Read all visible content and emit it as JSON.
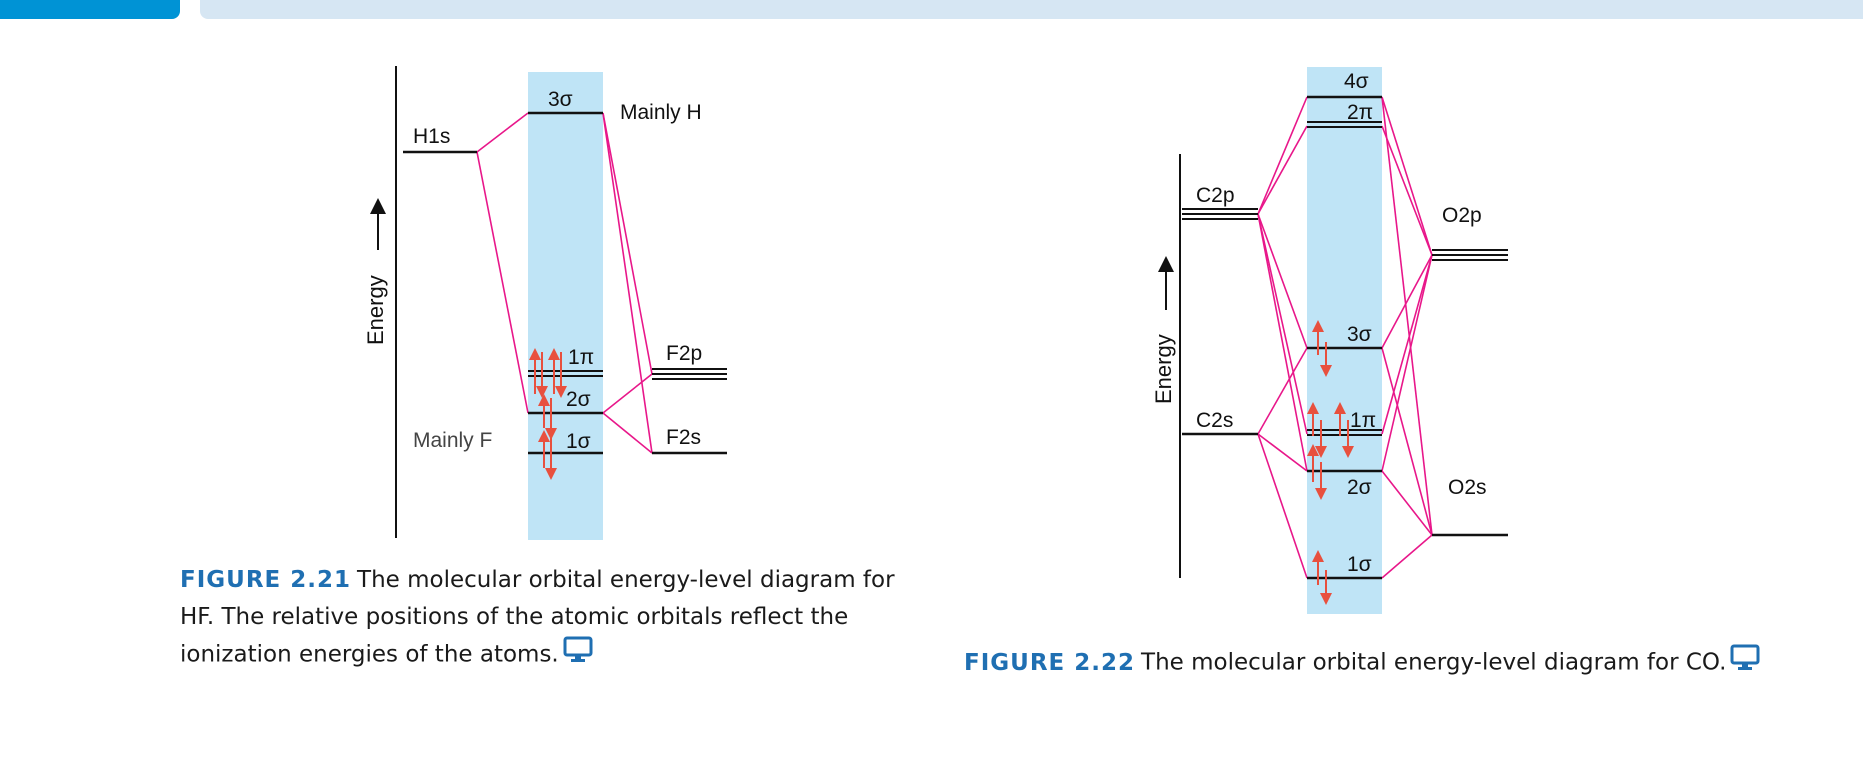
{
  "figure_hf": {
    "axis_label": "Energy",
    "left_atomic": [
      "H1s"
    ],
    "right_atomic": [
      "F2p",
      "F2s"
    ],
    "molecular": [
      "3σ",
      "1π",
      "2σ",
      "1σ"
    ],
    "annotations": [
      "Mainly H",
      "Mainly F"
    ],
    "caption_number": "FIGURE 2.21",
    "caption_text": "The molecular orbital energy-level diagram for HF. The relative positions of the atomic orbitals reflect the ionization energies of the atoms."
  },
  "figure_co": {
    "axis_label": "Energy",
    "left_atomic": [
      "C2p",
      "C2s"
    ],
    "right_atomic": [
      "O2p",
      "O2s"
    ],
    "molecular": [
      "4σ",
      "2π",
      "3σ",
      "1π",
      "2σ",
      "1σ"
    ],
    "caption_number": "FIGURE 2.22",
    "caption_text": "The molecular orbital energy-level diagram for CO."
  },
  "colors": {
    "band": "#bfe4f6",
    "correlation_line": "#e8178a",
    "electron_arrow": "#e8503e",
    "figure_number": "#1f6fb2",
    "header_tab": "#0093d5",
    "header_band": "#d6e6f3"
  },
  "icons": [
    "monitor-icon"
  ]
}
